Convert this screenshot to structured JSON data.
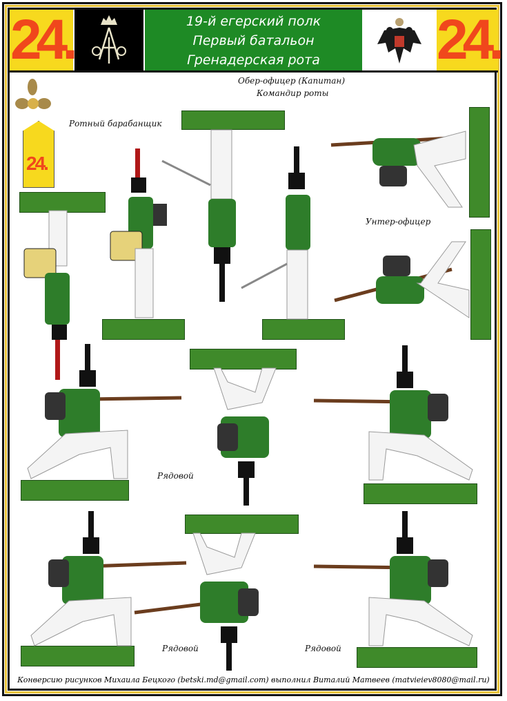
{
  "header": {
    "badge_left": "24.",
    "badge_right": "24.",
    "title_lines": [
      "19-й егерский полк",
      "Первый батальон",
      "Гренадерская рота"
    ],
    "monogram": "А I",
    "emblem": "double-headed-eagle"
  },
  "epaulette_number": "24.",
  "labels": {
    "officer_line1": "Обер-офицер (Капитан)",
    "officer_line2": "Командир роты",
    "drummer": "Ротный барабанщик",
    "nco": "Унтер-офицер",
    "private_1": "Рядовой",
    "private_2": "Рядовой",
    "private_3": "Рядовой"
  },
  "footer": "Конверсию рисунков Михаила Бецкого (betski.md@gmail.com) выполнил Виталий Матвеев (matvieiev8080@mail.ru)",
  "colors": {
    "coat": "#2e7d2a",
    "base": "#3f8a2a",
    "badge": "#f7d91e",
    "numeral": "#f0471c",
    "header_green": "#1e8a25"
  }
}
